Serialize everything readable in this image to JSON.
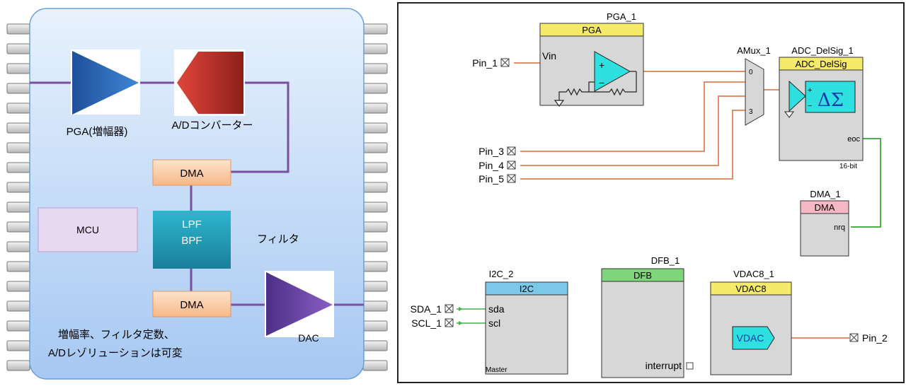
{
  "left_diagram": {
    "blocks": {
      "pga": "PGA(増幅器)",
      "adc": "A/Dコンバーター",
      "dma_top": "DMA",
      "dma_bottom": "DMA",
      "mcu": "MCU",
      "filter_line1": "LPF",
      "filter_line2": "BPF",
      "filter_label": "フィルタ",
      "dac": "DAC"
    },
    "note_line1": "増幅率、フィルタ定数、",
    "note_line2": "A/Dレゾリューションは可変"
  },
  "right_diagram": {
    "pga": {
      "instance": "PGA_1",
      "type": "PGA",
      "port": "Vin"
    },
    "amux": {
      "instance": "AMux_1",
      "port_top": "0",
      "port_bottom": "3"
    },
    "adc": {
      "instance": "ADC_DelSig_1",
      "type": "ADC_DelSig",
      "symbol": "ΔΣ",
      "port": "eoc",
      "resolution": "16-bit"
    },
    "dma": {
      "instance": "DMA_1",
      "type": "DMA",
      "port": "nrq"
    },
    "i2c": {
      "instance": "I2C_2",
      "type": "I2C",
      "port_sda": "sda",
      "port_scl": "scl",
      "mode": "Master"
    },
    "dfb": {
      "instance": "DFB_1",
      "type": "DFB",
      "port": "interrupt"
    },
    "vdac": {
      "instance": "VDAC8_1",
      "type": "VDAC8",
      "symbol": "VDAC"
    },
    "pins": {
      "pin1": "Pin_1",
      "pin2": "Pin_2",
      "pin3": "Pin_3",
      "pin4": "Pin_4",
      "pin5": "Pin_5",
      "sda": "SDA_1",
      "scl": "SCL_1"
    },
    "colors": {
      "orange_wire": "#e0906a",
      "green_wire": "#4caf50",
      "blue_wire": "#3a3aa0",
      "purple_wire": "#7a3fa0"
    }
  }
}
